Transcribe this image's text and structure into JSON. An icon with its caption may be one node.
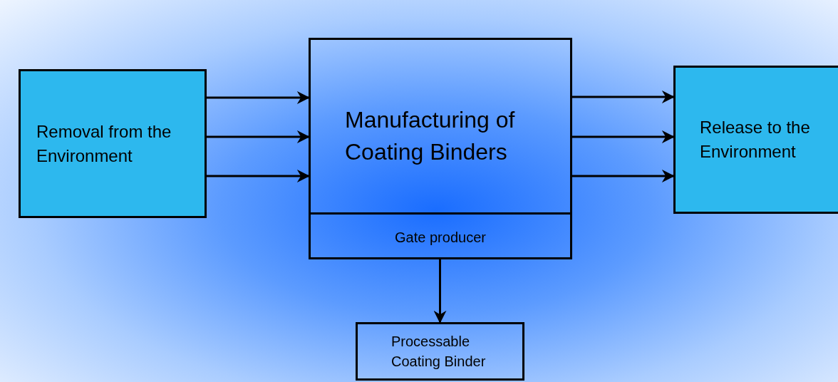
{
  "diagram": {
    "nodes": [
      {
        "text": [
          "Removal from the Environment"
        ]
      },
      {
        "text": [
          "Manufacturing of Coating Binders"
        ]
      },
      {
        "text": [
          "Gate producer"
        ],
        "in": 1
      },
      {
        "text": [
          "Release to the Environment"
        ]
      },
      {
        "text": [
          "Processable Coating Binder"
        ]
      }
    ],
    "edges": [
      {
        "from": 0,
        "to": 1,
        "arrow": "to"
      },
      {
        "from": 0,
        "to": 1,
        "arrow": "to"
      },
      {
        "from": 0,
        "to": 1,
        "arrow": "to"
      },
      {
        "from": 1,
        "to": 3,
        "arrow": "to"
      },
      {
        "from": 1,
        "to": 3,
        "arrow": "to"
      },
      {
        "from": 1,
        "to": 3,
        "arrow": "to"
      },
      {
        "from": 2,
        "to": 4,
        "arrow": "to"
      }
    ]
  }
}
